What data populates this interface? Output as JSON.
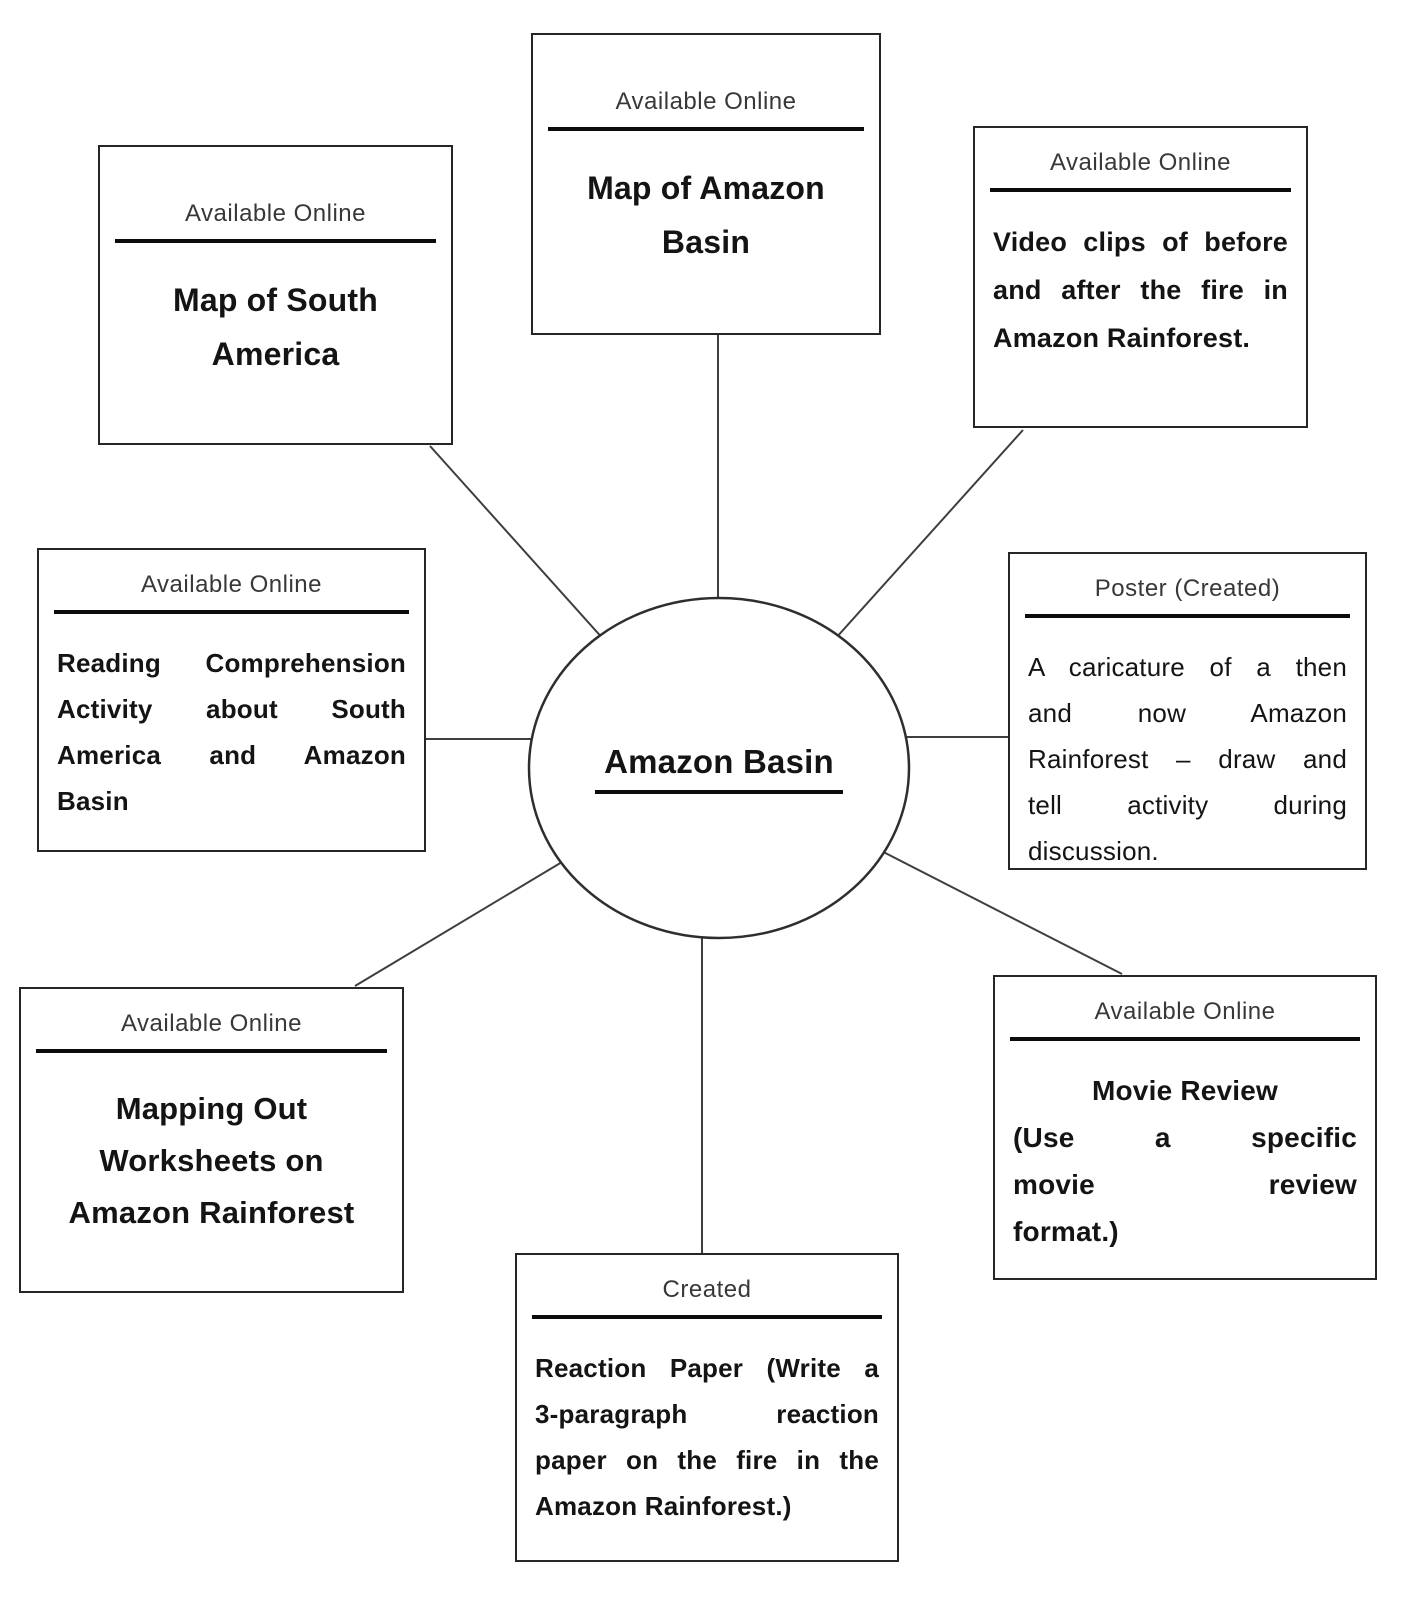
{
  "center": {
    "label": "Amazon Basin"
  },
  "boxes": {
    "top_left": {
      "heading": "Available Online",
      "lines": [
        "Map of South",
        "America"
      ]
    },
    "top_center": {
      "heading": "Available Online",
      "lines": [
        "Map of Amazon",
        "Basin"
      ]
    },
    "top_right": {
      "heading": "Available Online",
      "lines": [
        "Video clips of before",
        "and after the fire in",
        "Amazon Rainforest."
      ]
    },
    "mid_left": {
      "heading": "Available Online",
      "lines": [
        "Reading Comprehension",
        "Activity about South",
        "America and Amazon",
        "Basin"
      ]
    },
    "mid_right": {
      "heading": "Poster (Created)",
      "lines": [
        "A caricature of a then",
        "and now Amazon",
        "Rainforest – draw and",
        "tell activity during",
        "discussion."
      ]
    },
    "bottom_left": {
      "heading": "Available Online",
      "lines": [
        "Mapping Out",
        "Worksheets on",
        "Amazon Rainforest"
      ]
    },
    "bottom_center": {
      "heading": "Created",
      "lines": [
        "Reaction Paper (Write a",
        "3-paragraph reaction",
        "paper on the fire in the",
        "Amazon Rainforest.)"
      ]
    },
    "bottom_right": {
      "heading": "Available Online",
      "lines": [
        "Movie Review",
        "(Use a specific",
        "movie review",
        "format.)"
      ]
    }
  },
  "colors": {
    "ink": "#141414",
    "heading_ink": "#383838",
    "border": "#262626",
    "connector": "#3f3f3f",
    "background": "#ffffff"
  }
}
